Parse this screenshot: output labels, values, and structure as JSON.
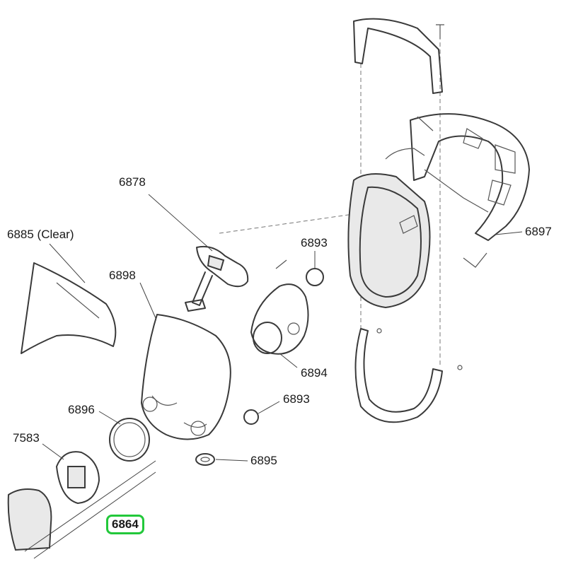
{
  "parts": {
    "lens_clear": "6885 (Clear)",
    "nose_cup_spectacle": "6878",
    "inhalation_valve_top": "6893",
    "facepiece_lens": "6898",
    "exhalation_valve": "6894",
    "inhalation_valve_bottom": "6893",
    "gasket_6896": "6896",
    "adapter_7583": "7583",
    "gasket_6895": "6895",
    "filter_cover": "6864",
    "head_harness": "6897"
  },
  "colors": {
    "highlight": "#22c83a",
    "line": "#3a3a3a"
  }
}
